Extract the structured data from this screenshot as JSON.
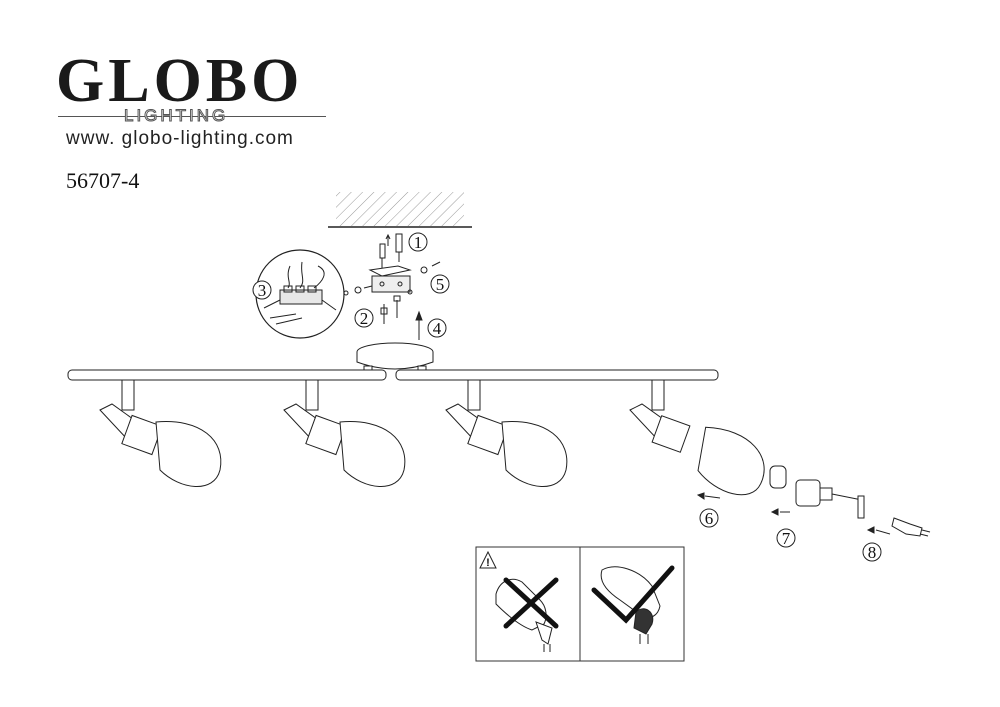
{
  "brand": {
    "name": "GLOBO",
    "tagline": "LIGHTING",
    "url": "www. globo-lighting.com"
  },
  "model_number": "56707-4",
  "steps": [
    "1",
    "2",
    "3",
    "4",
    "5",
    "6",
    "7",
    "8"
  ],
  "warning_panel": {
    "symbol": "!"
  }
}
